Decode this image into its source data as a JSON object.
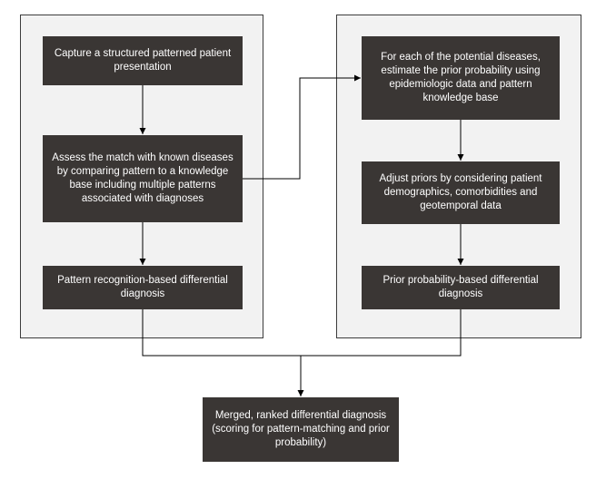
{
  "left_panel": {
    "step1": "Capture a structured patterned patient presentation",
    "step2": "Assess the match with known diseases by comparing pattern to a knowledge base including multiple patterns associated with diagnoses",
    "step3": "Pattern recognition-based differential diagnosis"
  },
  "right_panel": {
    "step1": "For each of the potential diseases, estimate the prior probability using epidemiologic data and pattern knowledge base",
    "step2": "Adjust priors by considering patient demographics, comorbidities and geotemporal data",
    "step3": "Prior probability-based differential diagnosis"
  },
  "merged": {
    "text": "Merged, ranked differential diagnosis (scoring for pattern-matching and prior probability)"
  }
}
